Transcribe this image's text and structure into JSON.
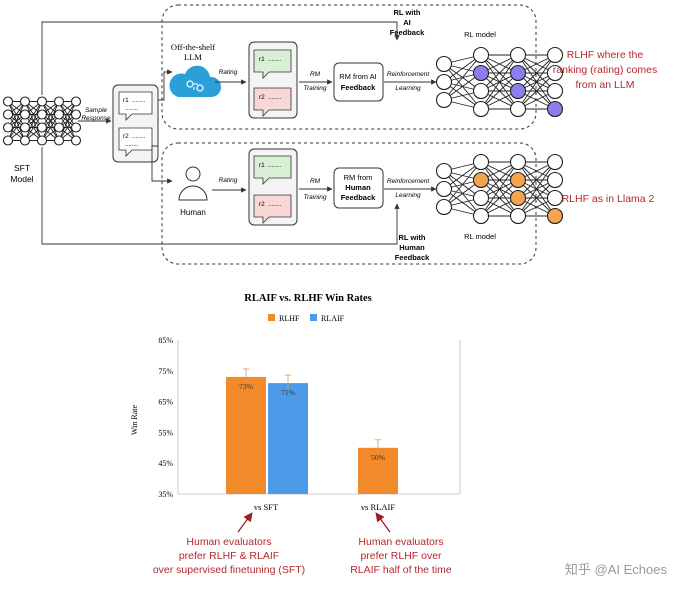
{
  "diagram": {
    "sft_model": {
      "line1": "SFT",
      "line2": "Model"
    },
    "sample_response": {
      "line1": "Sample",
      "line2": "Response"
    },
    "response_r1": {
      "label": "r1",
      "dots": "........",
      "dots2": "........"
    },
    "response_r2": {
      "label": "r2",
      "dots": "........",
      "dots2": "........"
    },
    "llm": {
      "line1": "Off-the-shelf",
      "line2": "LLM"
    },
    "human": {
      "label": "Human"
    },
    "rating_top": "Rating",
    "rating_bottom": "Rating",
    "rm_training_top": {
      "line1": "RM",
      "line2": "Training"
    },
    "rm_training_bottom": {
      "line1": "RM",
      "line2": "Training"
    },
    "rm_ai": {
      "line1": "RM from AI",
      "line2": "Feedback"
    },
    "rm_human": {
      "line1": "RM from",
      "line2": "Human",
      "line3": "Feedback"
    },
    "rl_top": {
      "line1": "Reinforcement",
      "line2": "Learning"
    },
    "rl_bottom": {
      "line1": "Reinforcement",
      "line2": "Learning"
    },
    "rl_ai_feedback": {
      "line1": "RL with",
      "line2": "AI",
      "line3": "Feedback"
    },
    "rl_human_feedback": {
      "line1": "RL with",
      "line2": "Human",
      "line3": "Feedback"
    },
    "rl_model_top": "RL model",
    "rl_model_bottom": "RL model",
    "annotation_top": {
      "line1": "RLHF where the",
      "line2": "ranking (rating) comes",
      "line3": "from an LLM"
    },
    "annotation_bottom": "RLHF as in Llama 2",
    "colors": {
      "ai_node": "#8b7ff0",
      "human_node": "#f3a44f",
      "r1_fill": "#d9f0d6",
      "r2_fill": "#f7d8d6",
      "cloud": "#2a9fd8"
    }
  },
  "chart_data": {
    "type": "bar",
    "title": "RLAIF vs. RLHF Win Rates",
    "ylabel": "Win Rate",
    "ylim": [
      35,
      85
    ],
    "yticks": [
      "35%",
      "45%",
      "55%",
      "65%",
      "75%",
      "85%"
    ],
    "categories": [
      "vs SFT",
      "vs RLAIF"
    ],
    "series": [
      {
        "name": "RLHF",
        "color": "#f28a2b",
        "values": [
          73,
          50
        ],
        "labels": [
          "73%",
          "50%"
        ]
      },
      {
        "name": "RLAIF",
        "color": "#4d9ae8",
        "values": [
          71,
          null
        ],
        "labels": [
          "71%",
          ""
        ]
      }
    ],
    "legend": "top",
    "grid": false
  },
  "annotations": {
    "left": {
      "line1": "Human evaluators",
      "line2": "prefer RLHF & RLAIF",
      "line3": "over supervised finetuning (SFT)"
    },
    "right": {
      "line1": "Human evaluators",
      "line2": "prefer RLHF over",
      "line3": "RLAIF half of the time"
    }
  },
  "watermark": "知乎 @AI Echoes"
}
